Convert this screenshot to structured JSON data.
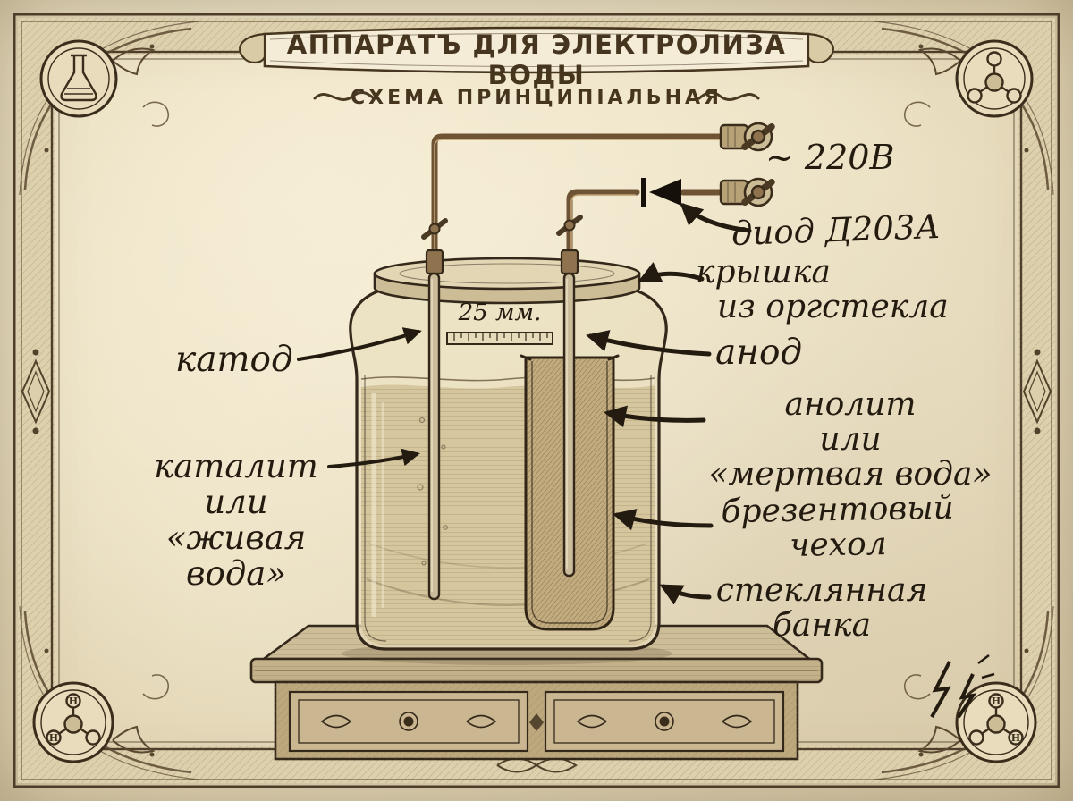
{
  "page": {
    "title_main": "АППАРАТЪ ДЛЯ ЭЛЕКТРОЛИЗА ВОДЫ",
    "title_sub": "СХЕМА ПРИНЦИПІАЛЬНАЯ"
  },
  "labels": {
    "voltage": "~ 220В",
    "diode": "диод Д203А",
    "lid": [
      "крышка",
      "из оргстекла"
    ],
    "cathode": "катод",
    "anode": "анод",
    "anolyte": [
      "анолит",
      "или",
      "«мертвая вода»"
    ],
    "catholyte": [
      "каталит",
      "или",
      "«живая",
      "вода»"
    ],
    "cover": [
      "брезентовый",
      "чехол"
    ],
    "jar": [
      "стеклянная",
      "банка"
    ],
    "ruler": "25 мм."
  },
  "icons": {
    "hydrogen": "H",
    "flask_icon": "erlenmeyer-flask",
    "molecule_icon": "molecule",
    "lightning_icon": "lightning-bolts"
  },
  "colors": {
    "paper": "#ece1c4",
    "ink": "#241b10",
    "border": "#4e3d28",
    "copper": "#6f5335",
    "title": "#45341e"
  }
}
